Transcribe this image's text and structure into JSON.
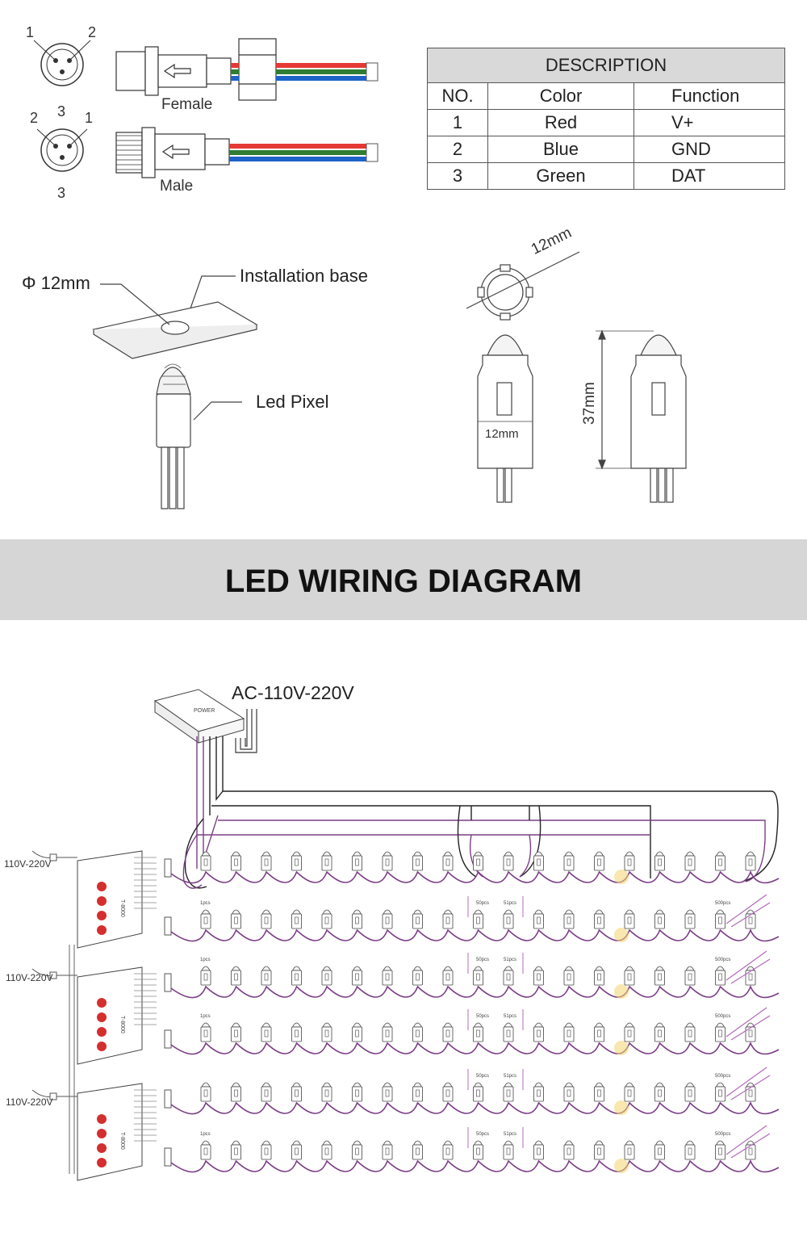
{
  "connector": {
    "female_pins": [
      "1",
      "2",
      "3"
    ],
    "male_pins": [
      "2",
      "1",
      "3"
    ],
    "female_label": "Female",
    "male_label": "Male",
    "wire_colors": [
      "#e53935",
      "#2e7d32",
      "#1e63c8"
    ]
  },
  "description_table": {
    "title": "DESCRIPTION",
    "headers": [
      "NO.",
      "Color",
      "Function"
    ],
    "rows": [
      [
        "1",
        "Red",
        "V+"
      ],
      [
        "2",
        "Blue",
        "GND"
      ],
      [
        "3",
        "Green",
        "DAT"
      ]
    ]
  },
  "install": {
    "diameter_label": "Φ 12mm",
    "base_label": "Installation base",
    "pixel_label": "Led Pixel"
  },
  "dimensions": {
    "top_width": "12mm",
    "body_width": "12mm",
    "height": "37mm"
  },
  "section_title": "LED WIRING DIAGRAM",
  "wiring": {
    "power_supply_label": "AC-110V-220V",
    "power_text": "POWER",
    "controller_inputs": [
      "110V-220V",
      "110V-220V",
      "110V-220V"
    ],
    "controller_model": "T-8000",
    "row_labels": [
      {
        "start": "",
        "mid1": "",
        "mid2": "",
        "end": ""
      },
      {
        "start": "1pcs",
        "mid1": "50pcs",
        "mid2": "51pcs",
        "end": "500pcs"
      },
      {
        "start": "1pcs",
        "mid1": "50pcs",
        "mid2": "51pcs",
        "end": "500pcs"
      },
      {
        "start": "1pcs",
        "mid1": "50pcs",
        "mid2": "51pcs",
        "end": "500pcs"
      },
      {
        "start": "",
        "mid1": "50pcs",
        "mid2": "51pcs",
        "end": "500pcs"
      },
      {
        "start": "1pcs",
        "mid1": "50pcs",
        "mid2": "51pcs",
        "end": "500pcs"
      }
    ],
    "wire_color": "#7b3f86",
    "highlight_color": "#f3d36b"
  }
}
